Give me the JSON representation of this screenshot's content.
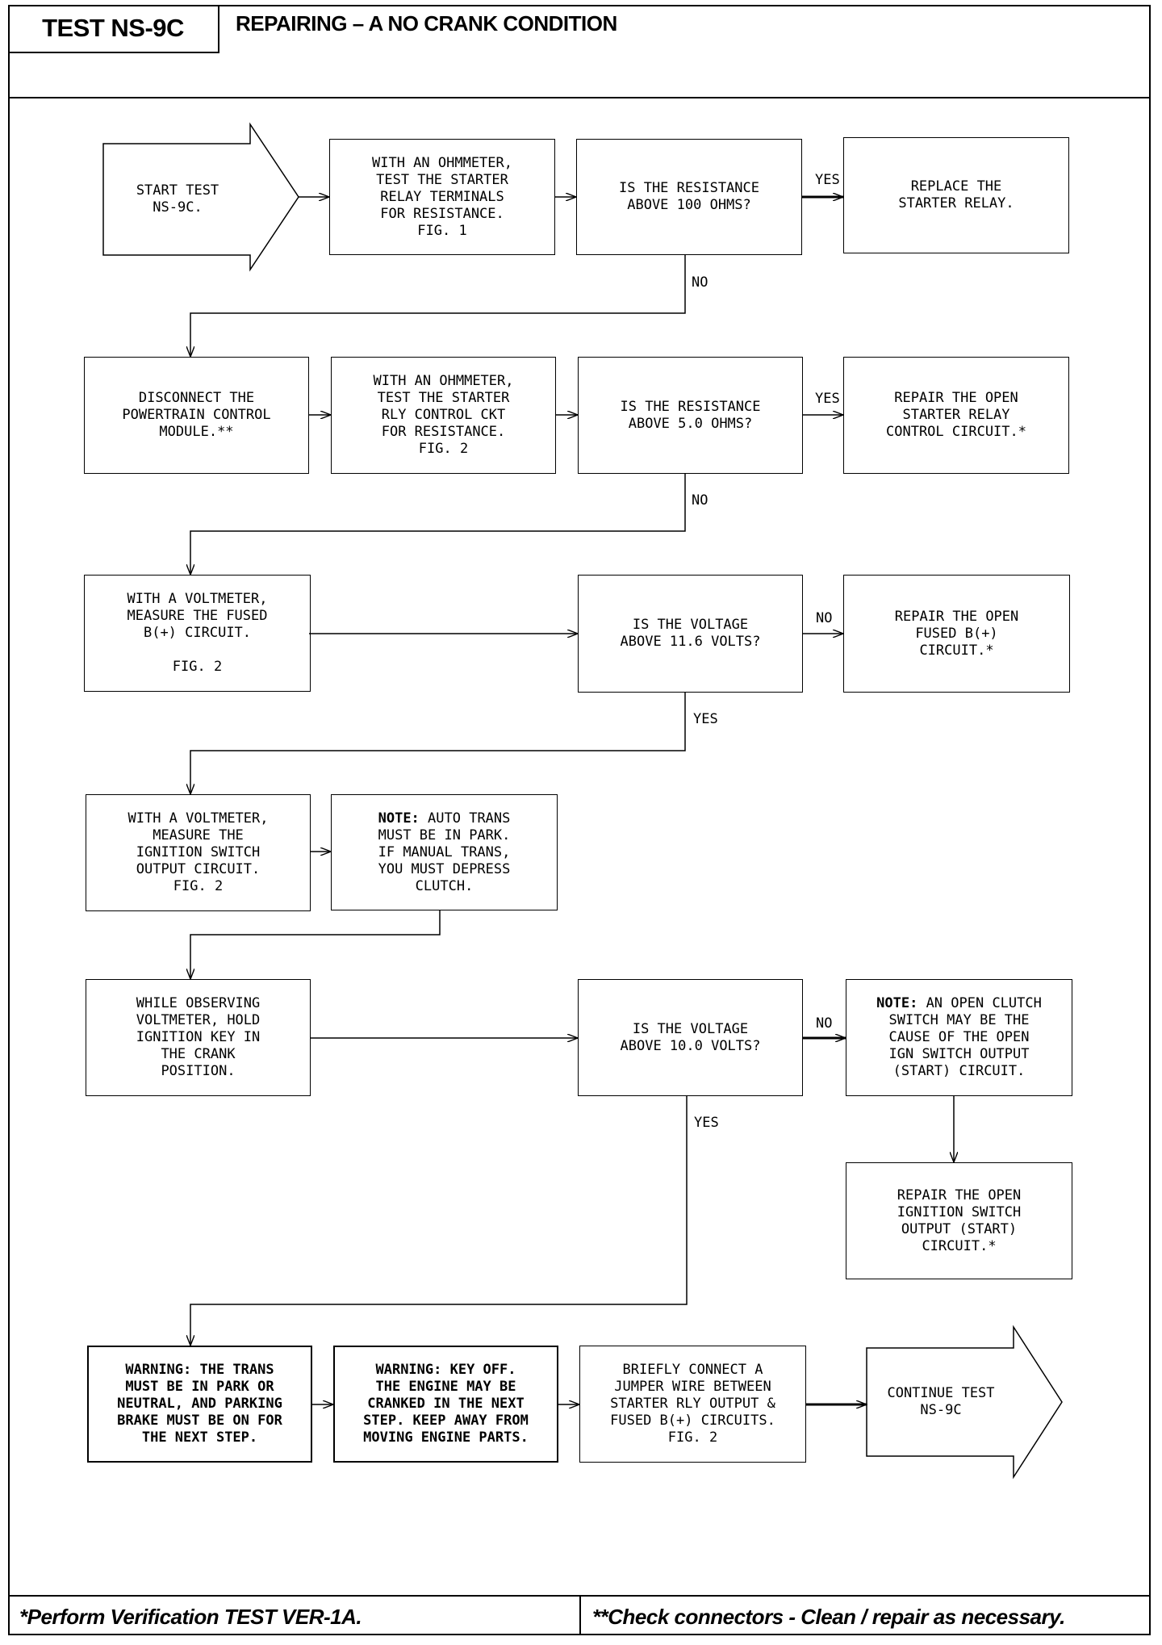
{
  "header": {
    "test_label": "TEST NS-9C",
    "title": "REPAIRING – A NO CRANK CONDITION"
  },
  "footer": {
    "left_note": "*Perform Verification TEST VER-1A.",
    "right_note": "**Check connectors - Clean / repair as necessary."
  },
  "steps": {
    "start": "START TEST\nNS-9C.",
    "test_relay": "WITH AN OHMMETER,\nTEST THE STARTER\nRELAY TERMINALS\nFOR RESISTANCE.\nFIG. 1",
    "q_res_100": "IS THE RESISTANCE\nABOVE 100 OHMS?",
    "replace_relay": "REPLACE THE\nSTARTER RELAY.",
    "disconnect_pcm": "DISCONNECT THE\nPOWERTRAIN CONTROL\nMODULE.**",
    "test_rly_ckt": "WITH AN OHMMETER,\nTEST THE STARTER\nRLY CONTROL CKT\nFOR RESISTANCE.\nFIG. 2",
    "q_res_5": "IS THE RESISTANCE\nABOVE 5.0 OHMS?",
    "repair_relay_ckt": "REPAIR THE OPEN\nSTARTER RELAY\nCONTROL CIRCUIT.*",
    "measure_fused": "WITH A VOLTMETER,\nMEASURE THE FUSED\nB(+) CIRCUIT.\n\nFIG. 2",
    "q_volt_11": "IS THE VOLTAGE\nABOVE 11.6 VOLTS?",
    "repair_fused": "REPAIR THE OPEN\nFUSED B(+)\nCIRCUIT.*",
    "measure_ign": "WITH A VOLTMETER,\nMEASURE THE\nIGNITION SWITCH\nOUTPUT CIRCUIT.\nFIG. 2",
    "note_trans_bold": "NOTE:",
    "note_trans_text": " AUTO TRANS\nMUST BE IN PARK.\nIF MANUAL TRANS,\nYOU MUST DEPRESS\nCLUTCH.",
    "observe": "WHILE OBSERVING\nVOLTMETER, HOLD\nIGNITION KEY IN\nTHE CRANK\nPOSITION.",
    "q_volt_10": "IS THE VOLTAGE\nABOVE 10.0 VOLTS?",
    "note_clutch_bold": "NOTE:",
    "note_clutch_text": " AN OPEN CLUTCH\nSWITCH MAY BE THE\nCAUSE OF THE OPEN\nIGN SWITCH OUTPUT\n(START) CIRCUIT.",
    "repair_ign": "REPAIR THE OPEN\nIGNITION SWITCH\nOUTPUT (START)\nCIRCUIT.*",
    "warning_trans": "WARNING: THE TRANS\nMUST BE IN PARK OR\nNEUTRAL, AND PARKING\nBRAKE MUST BE ON FOR\nTHE NEXT STEP.",
    "warning_key": "WARNING: KEY OFF.\nTHE ENGINE MAY BE\nCRANKED IN THE NEXT\nSTEP. KEEP AWAY FROM\nMOVING ENGINE PARTS.",
    "jumper": "BRIEFLY CONNECT A\nJUMPER WIRE BETWEEN\nSTARTER RLY OUTPUT &\nFUSED B(+) CIRCUITS.\nFIG. 2",
    "continue": "CONTINUE TEST\nNS-9C"
  },
  "labels": {
    "yes": "YES",
    "no": "NO"
  }
}
